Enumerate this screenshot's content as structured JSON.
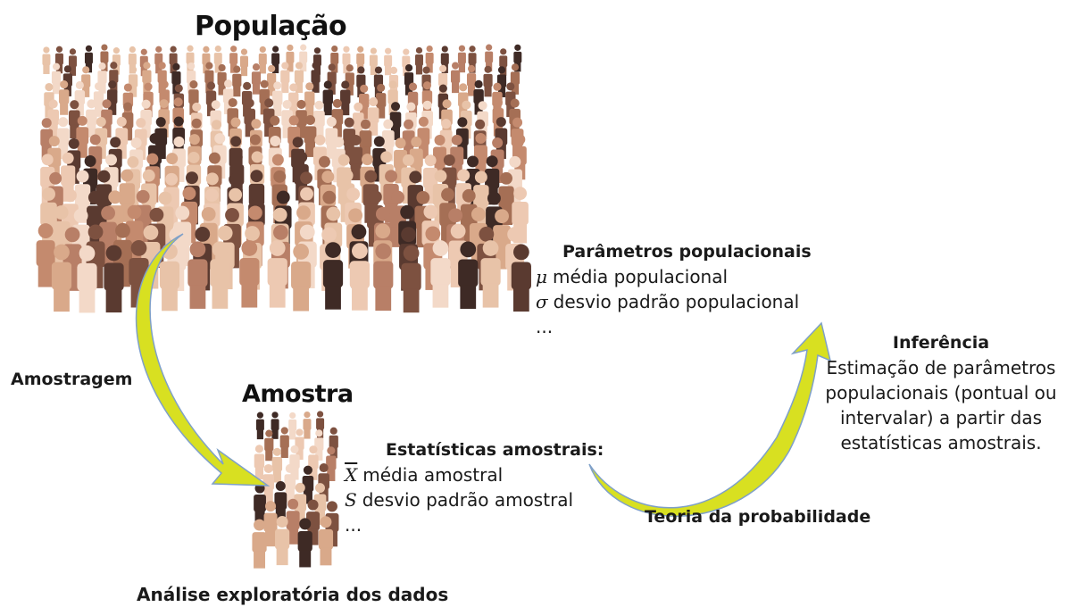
{
  "population": {
    "title": "População"
  },
  "sample": {
    "title": "Amostra"
  },
  "sampling_label": "Amostragem",
  "eda_label": "Análise exploratória dos dados",
  "probability_label": "Teoria da probabilidade",
  "population_parameters": {
    "heading": "Parâmetros populacionais",
    "items": [
      {
        "symbol": "μ",
        "text": "média populacional"
      },
      {
        "symbol": "σ",
        "text": "desvio padrão populacional"
      },
      {
        "symbol": "",
        "text": "..."
      }
    ]
  },
  "sample_statistics": {
    "heading": "Estatísticas amostrais:",
    "items": [
      {
        "symbol": "X",
        "text": "média amostral"
      },
      {
        "symbol": "S",
        "text": "desvio padrão amostral"
      },
      {
        "symbol": "",
        "text": "..."
      }
    ]
  },
  "inference": {
    "heading": "Inferência",
    "lines": [
      "Estimação de parâmetros",
      "populacionais (pontual ou",
      "intervalar) a partir das",
      "estatísticas amostrais."
    ]
  },
  "colors": {
    "arrow_fill": "#d8e021",
    "arrow_stroke": "#7fa0c8",
    "skin_tones": [
      "#f3d9c8",
      "#e8c3a8",
      "#d9a98a",
      "#c48a6e",
      "#a56f55",
      "#7d5140",
      "#5a3a30",
      "#3e2a25",
      "#edc9b2",
      "#b87f67"
    ]
  }
}
